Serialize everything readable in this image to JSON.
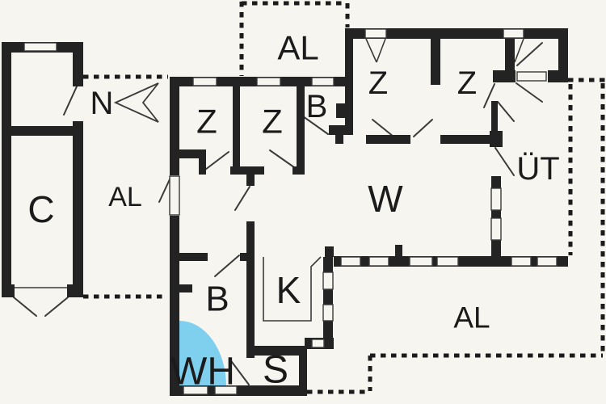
{
  "colors": {
    "paper": "#f7f5f0",
    "wall": "#232323",
    "ink": "#1b1b1b",
    "frame": "#3a3a3a",
    "highlight": "#7ed0ee"
  },
  "north": {
    "label": "N"
  },
  "labels": {
    "c": "C",
    "al_left": "AL",
    "al_top": "AL",
    "al_right": "AL",
    "z1": "Z",
    "z2": "Z",
    "z3": "Z",
    "z4": "Z",
    "b_top": "B",
    "b_lower": "B",
    "w": "W",
    "k": "K",
    "s": "S",
    "wh": "WH",
    "ut": "ÜT"
  }
}
